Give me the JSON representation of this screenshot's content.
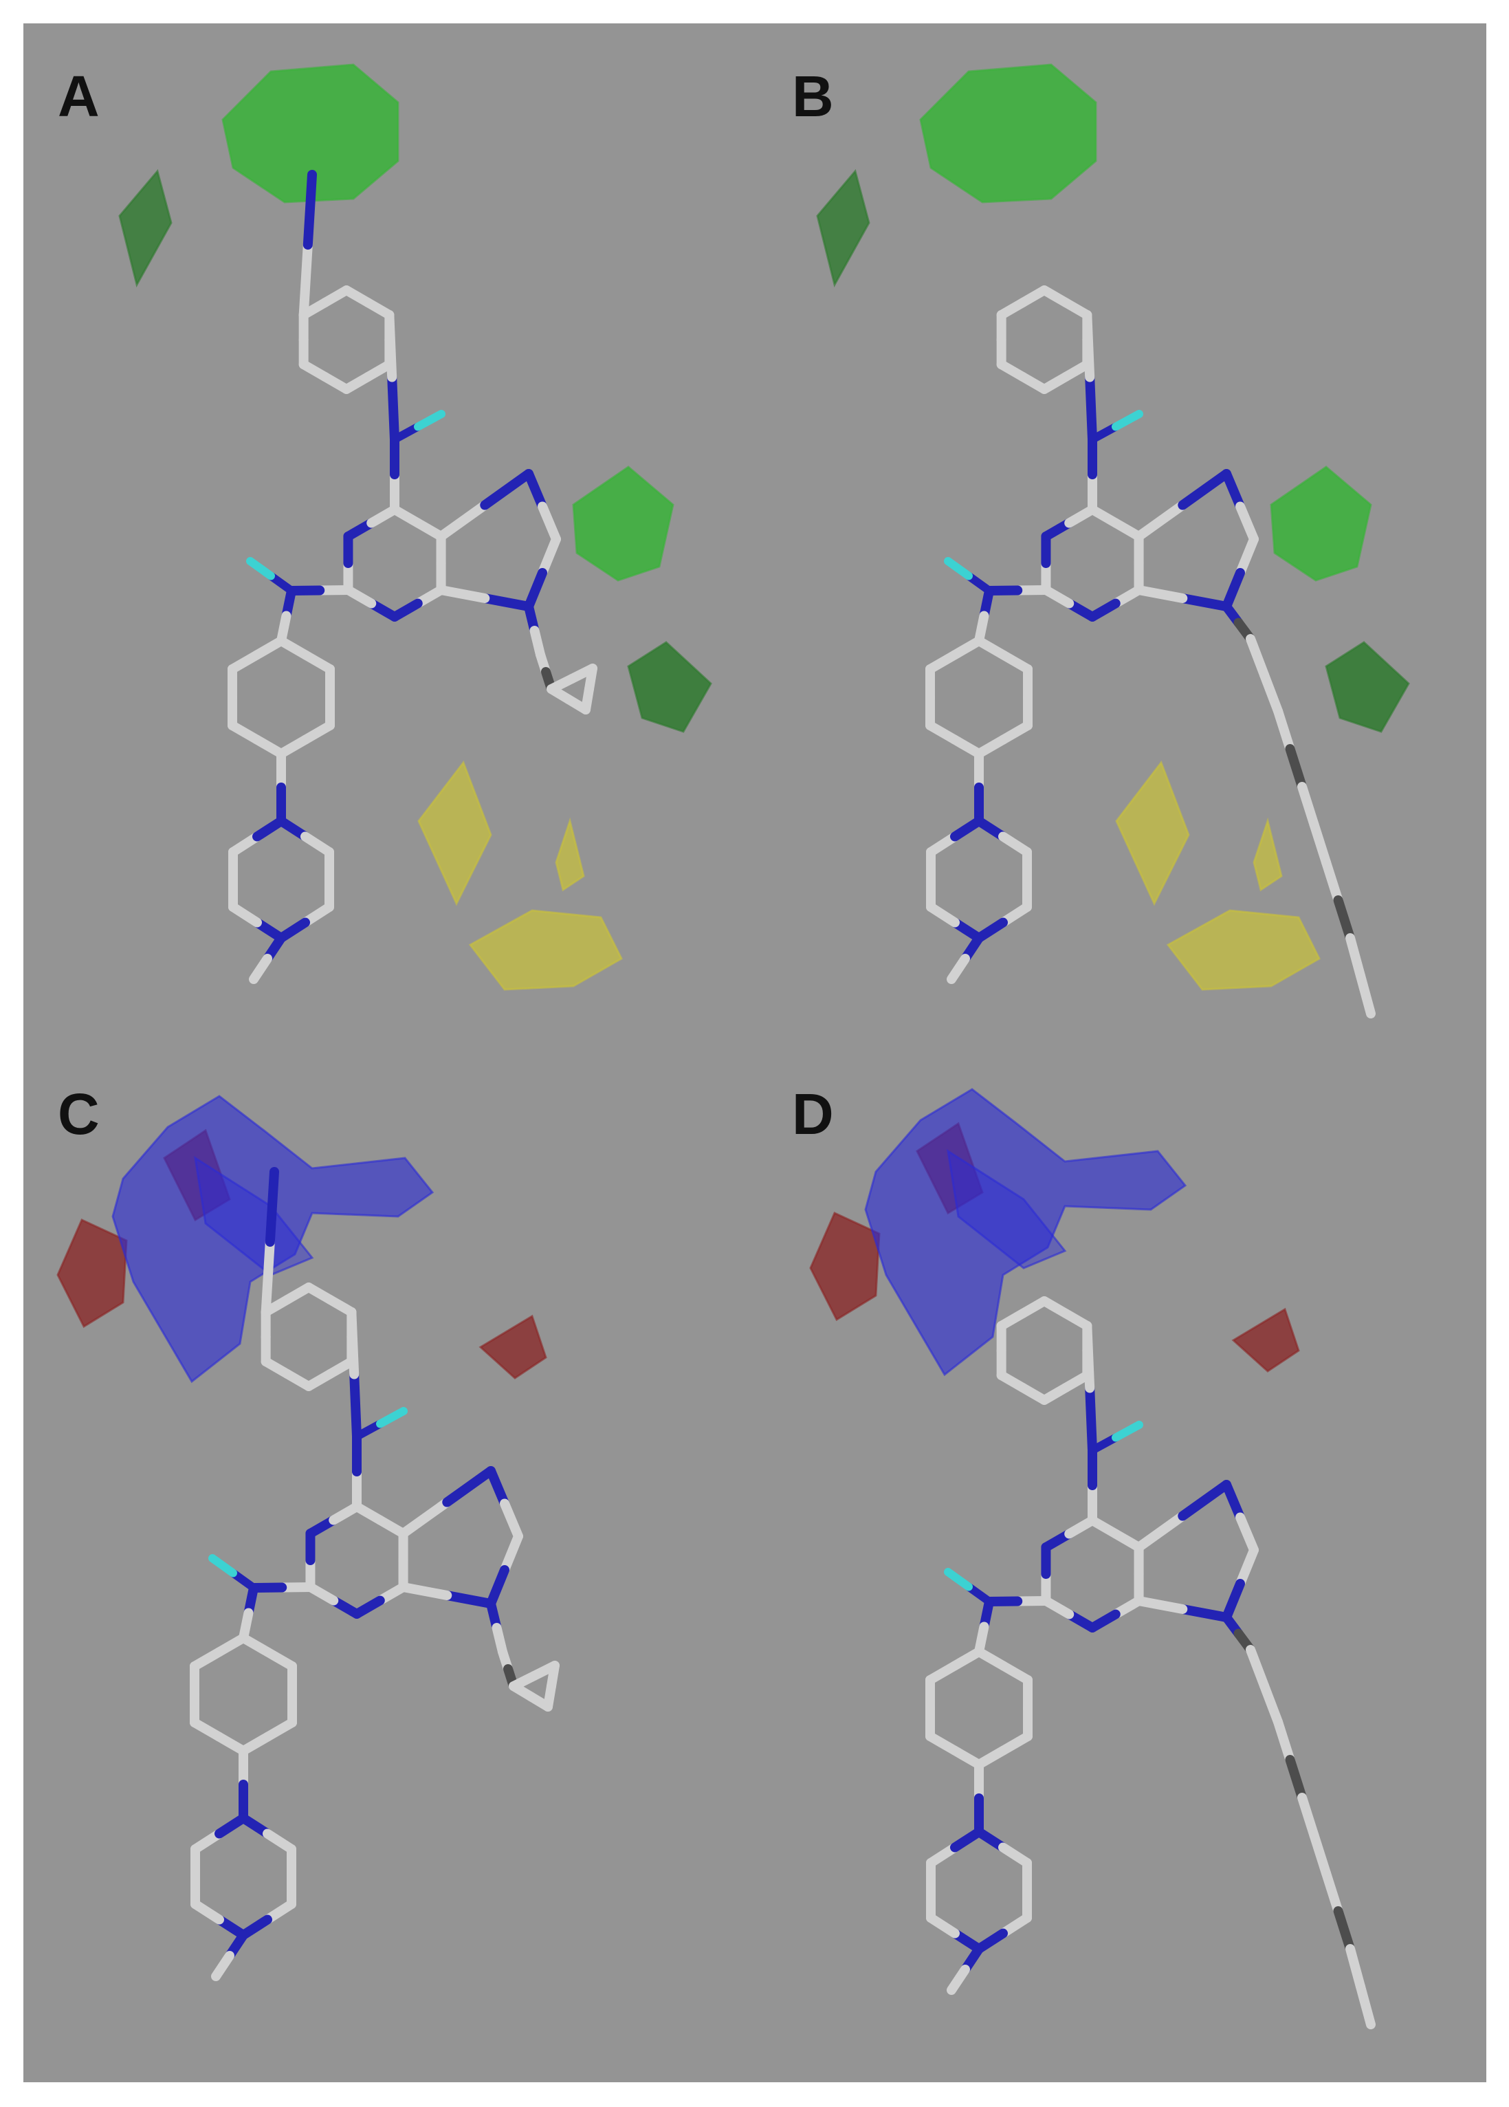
{
  "panels": [
    {
      "id": "A",
      "label": "A",
      "fields": "steric",
      "tail": "cyclopropylmethyl",
      "ring": "aminophenyl"
    },
    {
      "id": "B",
      "label": "B",
      "fields": "steric",
      "tail": "long-chain",
      "ring": "phenyl"
    },
    {
      "id": "C",
      "label": "C",
      "fields": "electrostatic",
      "tail": "cyclopropylmethyl",
      "ring": "aminophenyl"
    },
    {
      "id": "D",
      "label": "D",
      "fields": "electrostatic",
      "tail": "long-chain",
      "ring": "phenyl"
    }
  ],
  "colors": {
    "background": "#949494",
    "carbon": "#d2d2d2",
    "carbon_dark": "#4d4d4d",
    "nitrogen": "#2323b4",
    "hydrogen": "#3cd2d2",
    "steric_favorable": "#39b339",
    "steric_favorable_dark": "#2f7a2f",
    "steric_unfavorable": "#c9c23a",
    "electrostatic_positive": "#2b2bd6",
    "electrostatic_negative": "#8a2424"
  }
}
